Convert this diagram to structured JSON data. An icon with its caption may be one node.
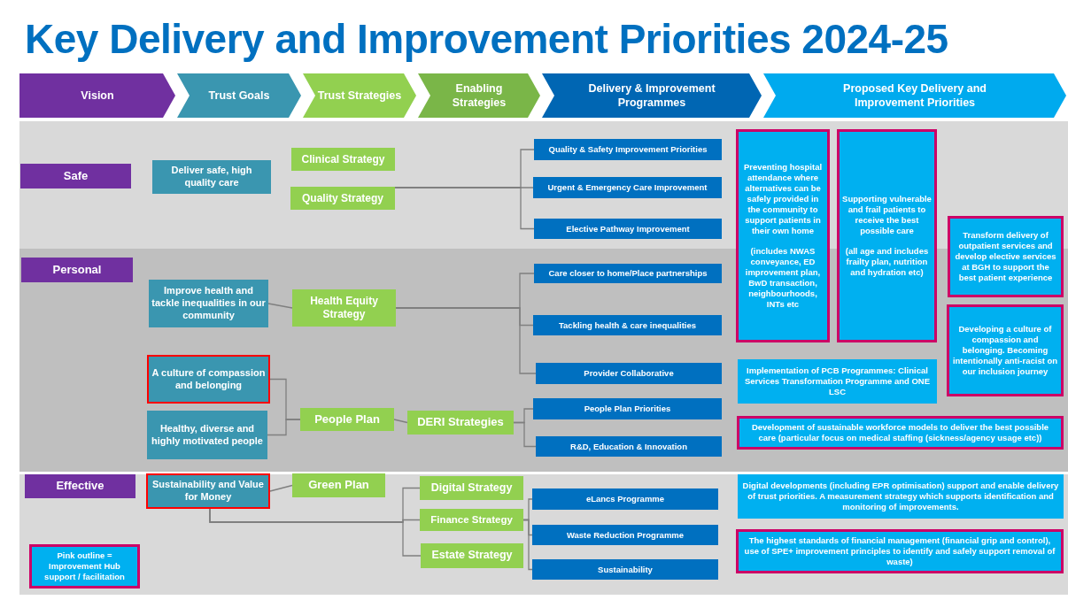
{
  "diagram": {
    "title": "Key Delivery and Improvement Priorities 2024-25",
    "nodes": [
      {
        "text": [
          "Vision"
        ]
      },
      {
        "text": [
          "Trust Goals"
        ]
      },
      {
        "text": [
          "Trust Strategies"
        ]
      },
      {
        "text": [
          "Enabling Strategies"
        ]
      },
      {
        "text": [
          "Delivery & Improvement Programmes"
        ]
      },
      {
        "text": [
          "Proposed Key Delivery and Improvement Priorities"
        ]
      },
      {
        "text": [
          "Safe"
        ]
      },
      {
        "text": [
          "Deliver safe, high quality care"
        ]
      },
      {
        "text": [
          "Clinical Strategy"
        ]
      },
      {
        "text": [
          "Quality Strategy"
        ]
      },
      {
        "text": [
          "Quality & Safety Improvement Priorities"
        ]
      },
      {
        "text": [
          "Urgent & Emergency Care Improvement"
        ]
      },
      {
        "text": [
          "Elective Pathway Improvement"
        ]
      },
      {
        "text": [
          "Preventing hospital attendance where alternatives can be safely provided in the community to support patients in their own home",
          "(includes NWAS conveyance, ED improvement plan, BwD transaction, neighbourhoods, INTs etc"
        ]
      },
      {
        "text": [
          "Supporting vulnerable and frail patients to receive the best possible care",
          "(all age and includes frailty plan, nutrition and hydration etc)"
        ]
      },
      {
        "text": [
          "Transform delivery of outpatient services and develop elective services at BGH to support the best patient experience"
        ]
      },
      {
        "text": [
          "Personal"
        ]
      },
      {
        "text": [
          "Improve health and tackle inequalities in our community"
        ]
      },
      {
        "text": [
          "Health Equity Strategy"
        ]
      },
      {
        "text": [
          "Care closer to home/Place partnerships"
        ]
      },
      {
        "text": [
          "Tackling health & care inequalities"
        ]
      },
      {
        "text": [
          "Provider Collaborative"
        ]
      },
      {
        "text": [
          "A culture of compassion and belonging"
        ]
      },
      {
        "text": [
          "Healthy, diverse and highly motivated people"
        ]
      },
      {
        "text": [
          "People Plan"
        ]
      },
      {
        "text": [
          "DERI Strategies"
        ]
      },
      {
        "text": [
          "People Plan Priorities"
        ]
      },
      {
        "text": [
          "R&D, Education & Innovation"
        ]
      },
      {
        "text": [
          "Developing a culture of compassion and belonging. Becoming intentionally anti-racist on our inclusion journey"
        ]
      },
      {
        "text": [
          "Implementation of PCB Programmes: Clinical Services Transformation Programme and ONE LSC"
        ]
      },
      {
        "text": [
          "Development of sustainable workforce models to deliver the best possible care (particular focus on medical staffing (sickness/agency usage etc))"
        ]
      },
      {
        "text": [
          "Effective"
        ]
      },
      {
        "text": [
          "Sustainability and Value for Money"
        ]
      },
      {
        "text": [
          "Green Plan"
        ]
      },
      {
        "text": [
          "Digital Strategy"
        ]
      },
      {
        "text": [
          "Finance Strategy"
        ]
      },
      {
        "text": [
          "Estate Strategy"
        ]
      },
      {
        "text": [
          "eLancs Programme"
        ]
      },
      {
        "text": [
          "Waste Reduction Programme"
        ]
      },
      {
        "text": [
          "Sustainability"
        ]
      },
      {
        "text": [
          "Digital developments (including EPR optimisation) support and enable delivery of trust priorities. A measurement strategy which supports identification and monitoring of improvements."
        ]
      },
      {
        "text": [
          "The highest standards of financial management (financial grip and control), use of SPE+ improvement principles to identify and safely support removal of waste)"
        ]
      },
      {
        "text": [
          "Pink outline = Improvement Hub support / facilitation"
        ]
      }
    ],
    "edges": [
      {
        "from": 9,
        "to": 10,
        "arrow": "none"
      },
      {
        "from": 9,
        "to": 11,
        "arrow": "none"
      },
      {
        "from": 9,
        "to": 12,
        "arrow": "none"
      },
      {
        "from": 17,
        "to": 18,
        "arrow": "none"
      },
      {
        "from": 18,
        "to": 19,
        "arrow": "none"
      },
      {
        "from": 18,
        "to": 20,
        "arrow": "none"
      },
      {
        "from": 18,
        "to": 21,
        "arrow": "none"
      },
      {
        "from": 22,
        "to": 24,
        "arrow": "none"
      },
      {
        "from": 23,
        "to": 24,
        "arrow": "none"
      },
      {
        "from": 24,
        "to": 25,
        "arrow": "none"
      },
      {
        "from": 25,
        "to": 26,
        "arrow": "none"
      },
      {
        "from": 25,
        "to": 27,
        "arrow": "none"
      },
      {
        "from": 32,
        "to": 33,
        "arrow": "none"
      },
      {
        "from": 32,
        "to": 34,
        "arrow": "none"
      },
      {
        "from": 32,
        "to": 35,
        "arrow": "none"
      },
      {
        "from": 32,
        "to": 36,
        "arrow": "none"
      },
      {
        "from": 35,
        "to": 37,
        "arrow": "none"
      },
      {
        "from": 35,
        "to": 38,
        "arrow": "none"
      },
      {
        "from": 35,
        "to": 39,
        "arrow": "none"
      }
    ]
  }
}
